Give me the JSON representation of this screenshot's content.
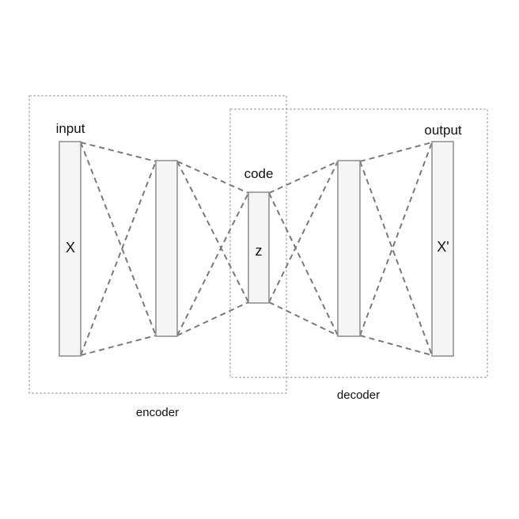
{
  "labels": {
    "input": "input",
    "output": "output",
    "code": "code",
    "x": "X",
    "z": "z",
    "x_prime": "X'",
    "encoder": "encoder",
    "decoder": "decoder"
  },
  "colors": {
    "box_border": "#9a9a9a",
    "connection": "#7a7a7a",
    "layer_fill": "#f5f5f5",
    "layer_border": "#8c8c8c",
    "text": "#111111"
  }
}
